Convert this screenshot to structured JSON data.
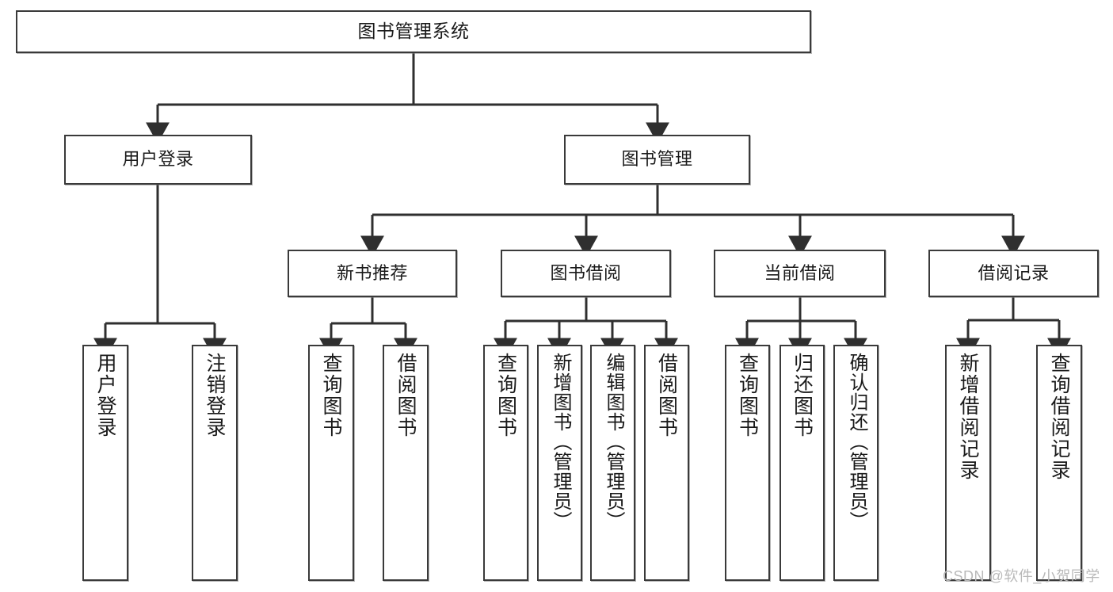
{
  "diagram": {
    "title": "图书管理系统",
    "type": "hierarchy-tree",
    "orientation": "top-down",
    "colors": {
      "node_border": "#3a3a3a",
      "node_fill": "#ffffff",
      "edge": "#2f2f2f",
      "text": "#1a1a1a",
      "watermark": "#b9b9b9"
    },
    "nodes": {
      "root": {
        "label": "图书管理系统"
      },
      "level1": [
        {
          "id": "user-login",
          "label": "用户登录"
        },
        {
          "id": "book-manage",
          "label": "图书管理"
        }
      ],
      "level2": [
        {
          "id": "new-book-rec",
          "label": "新书推荐"
        },
        {
          "id": "book-borrow",
          "label": "图书借阅"
        },
        {
          "id": "current-borrow",
          "label": "当前借阅"
        },
        {
          "id": "borrow-record",
          "label": "借阅记录"
        }
      ],
      "leaves": {
        "user-login": [
          {
            "id": "leaf-user-login",
            "label": "用户登录"
          },
          {
            "id": "leaf-user-logout",
            "label": "注销登录"
          }
        ],
        "new-book-rec": [
          {
            "id": "leaf-query-book-1",
            "label": "查询图书"
          },
          {
            "id": "leaf-borrow-book-1",
            "label": "借阅图书"
          }
        ],
        "book-borrow": [
          {
            "id": "leaf-query-book-2",
            "label": "查询图书"
          },
          {
            "id": "leaf-add-book",
            "label": "新增图书（管理员）"
          },
          {
            "id": "leaf-edit-book",
            "label": "编辑图书（管理员）"
          },
          {
            "id": "leaf-borrow-book-2",
            "label": "借阅图书"
          }
        ],
        "current-borrow": [
          {
            "id": "leaf-query-book-3",
            "label": "查询图书"
          },
          {
            "id": "leaf-return-book",
            "label": "归还图书"
          },
          {
            "id": "leaf-confirm-return",
            "label": "确认归还（管理员）"
          }
        ],
        "borrow-record": [
          {
            "id": "leaf-add-record",
            "label": "新增借阅记录"
          },
          {
            "id": "leaf-query-record",
            "label": "查询借阅记录"
          }
        ]
      }
    },
    "watermark": "CSDN @软件_小贺同学"
  }
}
